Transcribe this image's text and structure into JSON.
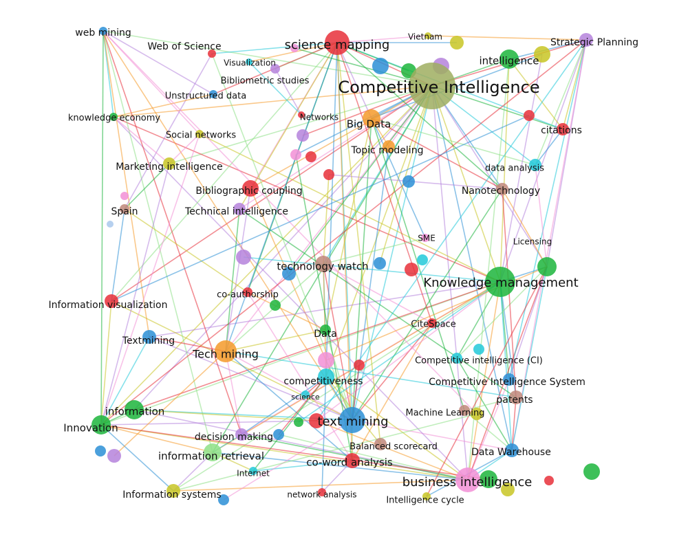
{
  "colors": {
    "red": "#e8303a",
    "green": "#1cb53c",
    "blue": "#2b8fd6",
    "olive": "#c8c524",
    "purple": "#b583dc",
    "orange": "#f59a2a",
    "cyan": "#22c9d9",
    "pink": "#f28fd6",
    "brown": "#c0877a",
    "lightgreen": "#8ee086",
    "khaki": "#9fae60",
    "lightblue": "#a9c8ec"
  },
  "nodes": [
    {
      "label": "web mining",
      "color": "blue",
      "size": 6
    },
    {
      "label": "Web of Science",
      "color": "red",
      "size": 6
    },
    {
      "label": "science mapping",
      "color": "red",
      "size": 18
    },
    {
      "label": "Vietnam",
      "color": "olive",
      "size": 5
    },
    {
      "label": "Strategic Planning",
      "color": "purple",
      "size": 10
    },
    {
      "label": "intelligence",
      "color": "green",
      "size": 14
    },
    {
      "label": "Competitive Intelligence",
      "color": "khaki",
      "size": 34
    },
    {
      "label": "Visualization",
      "color": "cyan",
      "size": 5
    },
    {
      "label": "Bibliometric studies",
      "color": "purple",
      "size": 7
    },
    {
      "label": "Unstructured data",
      "color": "blue",
      "size": 6
    },
    {
      "label": "Networks",
      "color": "red",
      "size": 5
    },
    {
      "label": "Big Data",
      "color": "orange",
      "size": 13
    },
    {
      "label": "knowledge economy",
      "color": "green",
      "size": 6
    },
    {
      "label": "Social networks",
      "color": "olive",
      "size": 6
    },
    {
      "label": "citations",
      "color": "red",
      "size": 9
    },
    {
      "label": "Topic modeling",
      "color": "orange",
      "size": 9
    },
    {
      "label": "Marketing intelligence",
      "color": "olive",
      "size": 9
    },
    {
      "label": "data analysis",
      "color": "cyan",
      "size": 9
    },
    {
      "label": "Bibliographic coupling",
      "color": "red",
      "size": 12
    },
    {
      "label": "Nanotechnology",
      "color": "brown",
      "size": 9
    },
    {
      "label": "Spain",
      "color": "brown",
      "size": 7
    },
    {
      "label": "Technical intelligence",
      "color": "purple",
      "size": 9
    },
    {
      "label": "SME",
      "color": "pink",
      "size": 6
    },
    {
      "label": "Licensing",
      "color": "green",
      "size": 14
    },
    {
      "label": "technology watch",
      "color": "brown",
      "size": 12
    },
    {
      "label": "Knowledge management",
      "color": "green",
      "size": 22
    },
    {
      "label": "co-authorship",
      "color": "red",
      "size": 7
    },
    {
      "label": "Information visualization",
      "color": "red",
      "size": 10
    },
    {
      "label": "CiteSpace",
      "color": "red",
      "size": 7
    },
    {
      "label": "Data",
      "color": "green",
      "size": 8
    },
    {
      "label": "Textmining",
      "color": "blue",
      "size": 10
    },
    {
      "label": "Tech mining",
      "color": "orange",
      "size": 16
    },
    {
      "label": "Competitive intelligence (CI)",
      "color": "cyan",
      "size": 8
    },
    {
      "label": "competitiveness",
      "color": "cyan",
      "size": 12
    },
    {
      "label": "Competitive Intelligence System",
      "color": "blue",
      "size": 9
    },
    {
      "label": "science",
      "color": "cyan",
      "size": 6
    },
    {
      "label": "patents",
      "color": "brown",
      "size": 10
    },
    {
      "label": "information",
      "color": "green",
      "size": 14
    },
    {
      "label": "Machine Learning",
      "color": "brown",
      "size": 8
    },
    {
      "label": "Innovation",
      "color": "green",
      "size": 14
    },
    {
      "label": "text mining",
      "color": "blue",
      "size": 19
    },
    {
      "label": "decision making",
      "color": "purple",
      "size": 9
    },
    {
      "label": "Balanced scorecard",
      "color": "brown",
      "size": 9
    },
    {
      "label": "Data Warehouse",
      "color": "blue",
      "size": 10
    },
    {
      "label": "information retrieval",
      "color": "lightgreen",
      "size": 13
    },
    {
      "label": "co-word analysis",
      "color": "red",
      "size": 11
    },
    {
      "label": "Internet",
      "color": "cyan",
      "size": 6
    },
    {
      "label": "business intelligence",
      "color": "pink",
      "size": 18
    },
    {
      "label": "Information systems",
      "color": "olive",
      "size": 10
    },
    {
      "label": "network analysis",
      "color": "red",
      "size": 6
    },
    {
      "label": "Intelligence cycle",
      "color": "olive",
      "size": 6
    }
  ],
  "unlabeled_nodes": [
    {
      "color": "blue",
      "size": 12
    },
    {
      "color": "blue",
      "size": 9
    },
    {
      "color": "red",
      "size": 10
    },
    {
      "color": "green",
      "size": 11
    },
    {
      "color": "olive",
      "size": 10
    },
    {
      "color": "olive",
      "size": 12
    },
    {
      "color": "purple",
      "size": 9
    },
    {
      "color": "blue",
      "size": 10
    },
    {
      "color": "cyan",
      "size": 8
    },
    {
      "color": "pink",
      "size": 8
    },
    {
      "color": "red",
      "size": 8
    },
    {
      "color": "red",
      "size": 8
    },
    {
      "color": "purple",
      "size": 11
    },
    {
      "color": "blue",
      "size": 9
    },
    {
      "color": "green",
      "size": 8
    },
    {
      "color": "pink",
      "size": 12
    },
    {
      "color": "red",
      "size": 8
    },
    {
      "color": "cyan",
      "size": 8
    },
    {
      "color": "green",
      "size": 7
    },
    {
      "color": "red",
      "size": 11
    },
    {
      "color": "green",
      "size": 12
    },
    {
      "color": "blue",
      "size": 8
    },
    {
      "color": "purple",
      "size": 10
    },
    {
      "color": "blue",
      "size": 8
    },
    {
      "color": "blue",
      "size": 8
    },
    {
      "color": "olive",
      "size": 9
    },
    {
      "color": "green",
      "size": 13
    },
    {
      "color": "red",
      "size": 7
    },
    {
      "color": "lightblue",
      "size": 5
    },
    {
      "color": "pink",
      "size": 6
    },
    {
      "color": "pink",
      "size": 6
    },
    {
      "color": "olive",
      "size": 10
    },
    {
      "color": "red",
      "size": 8
    },
    {
      "color": "purple",
      "size": 12
    }
  ],
  "edge_colors": [
    "red",
    "green",
    "blue",
    "olive",
    "purple",
    "cyan",
    "pink",
    "orange",
    "lightgreen"
  ]
}
